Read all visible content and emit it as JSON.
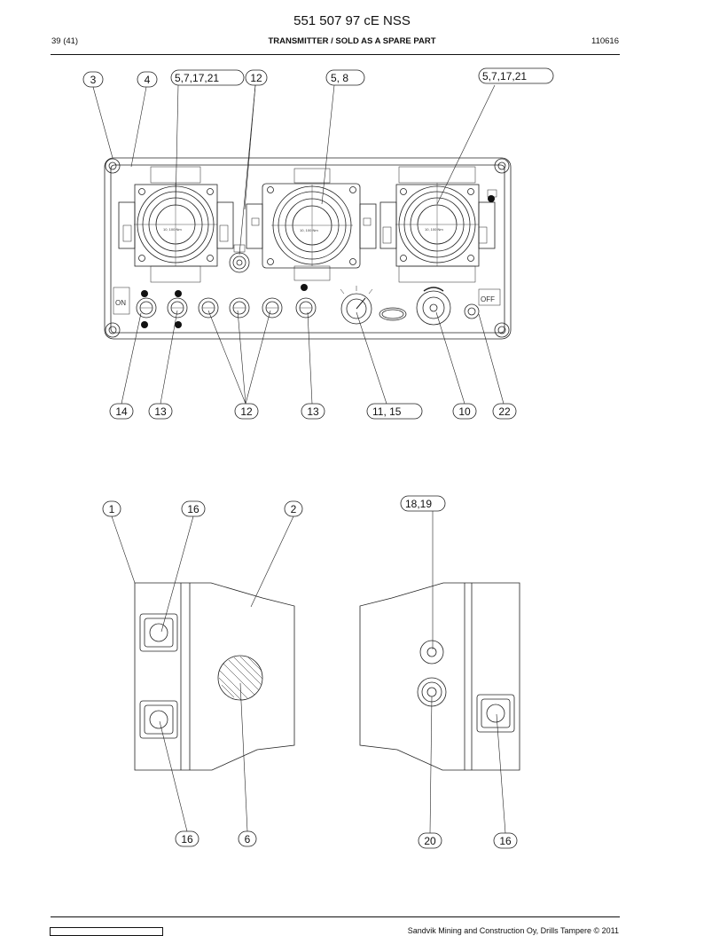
{
  "header": {
    "doc_title": "551 507 97 cE NSS",
    "page": "39 (41)",
    "section": "TRANSMITTER / SOLD AS A SPARE PART",
    "code": "110616"
  },
  "footer": {
    "copyright": "Sandvik Mining and Construction Oy, Drills Tampere © 2011"
  },
  "callouts": {
    "c3": "3",
    "c4": "4",
    "c5_7_17_21_a": "5,7,17,21",
    "c12_top": "12",
    "c5_8": "5, 8",
    "c5_7_17_21_b": "5,7,17,21",
    "c14": "14",
    "c13_a": "13",
    "c12_bottom": "12",
    "c13_b": "13",
    "c11_15": "11, 15",
    "c10": "10",
    "c22": "22",
    "c1": "1",
    "c16_top": "16",
    "c2": "2",
    "c18_19": "18,19",
    "c16_bl": "16",
    "c6": "6",
    "c20": "20",
    "c16_br": "16"
  },
  "panel_labels": {
    "on": "ON",
    "off": "OFF",
    "joystick_label": "10, 100 Nm"
  }
}
